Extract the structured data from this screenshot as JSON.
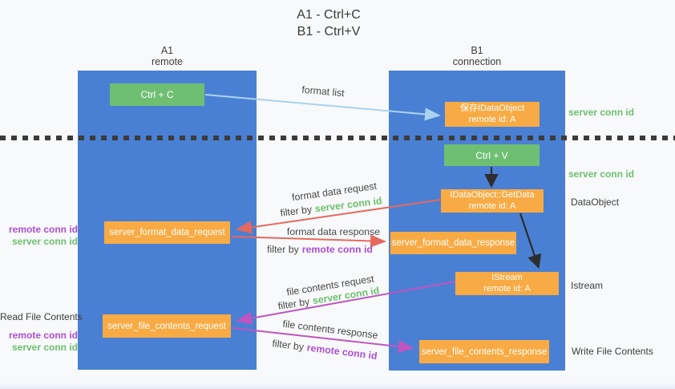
{
  "title": {
    "line1": "A1 - Ctrl+C",
    "line2": "B1 - Ctrl+V"
  },
  "columns": {
    "left": {
      "name": "A1",
      "role": "remote"
    },
    "right": {
      "name": "B1",
      "role": "connection"
    }
  },
  "nodes": {
    "ctrl_c": "Ctrl + C",
    "ctrl_v": "Ctrl + V",
    "save_idataobject": {
      "line1": "保存IDataObject",
      "line2": "remote id: A"
    },
    "getdata": {
      "line1": "IDataObject::GetData",
      "line2": "remote id: A"
    },
    "istream": {
      "line1": "IStream",
      "line2": "remote id: A"
    },
    "format_request": "server_format_data_request",
    "format_response": "server_format_data_response",
    "file_request": "server_file_contents_request",
    "file_response": "server_file_contents_response"
  },
  "labels": {
    "format_list": "format list",
    "format_data_request": "format data request",
    "format_data_response": "format data response",
    "file_contents_request": "file contents request",
    "file_contents_response": "file contents response",
    "filter_by": "filter by",
    "server_conn_id": "server conn id",
    "remote_conn_id": "remote conn id",
    "dataobject": "DataObject",
    "istream": "Istream",
    "read_file_contents": "Read File Contents",
    "write_file_contents": "Write File Contents"
  },
  "colors": {
    "lifeline_blue": "#4a80d3",
    "node_green": "#6fbf73",
    "node_orange": "#f8ab44",
    "arrow_light_blue": "#a9d3ee",
    "arrow_red": "#e5695e",
    "arrow_magenta": "#bf55c0",
    "arrow_black": "#2d2d2d",
    "text_green": "#6cbf6e",
    "text_purple": "#ab4fd3",
    "text_dark": "#3d3d3d"
  }
}
